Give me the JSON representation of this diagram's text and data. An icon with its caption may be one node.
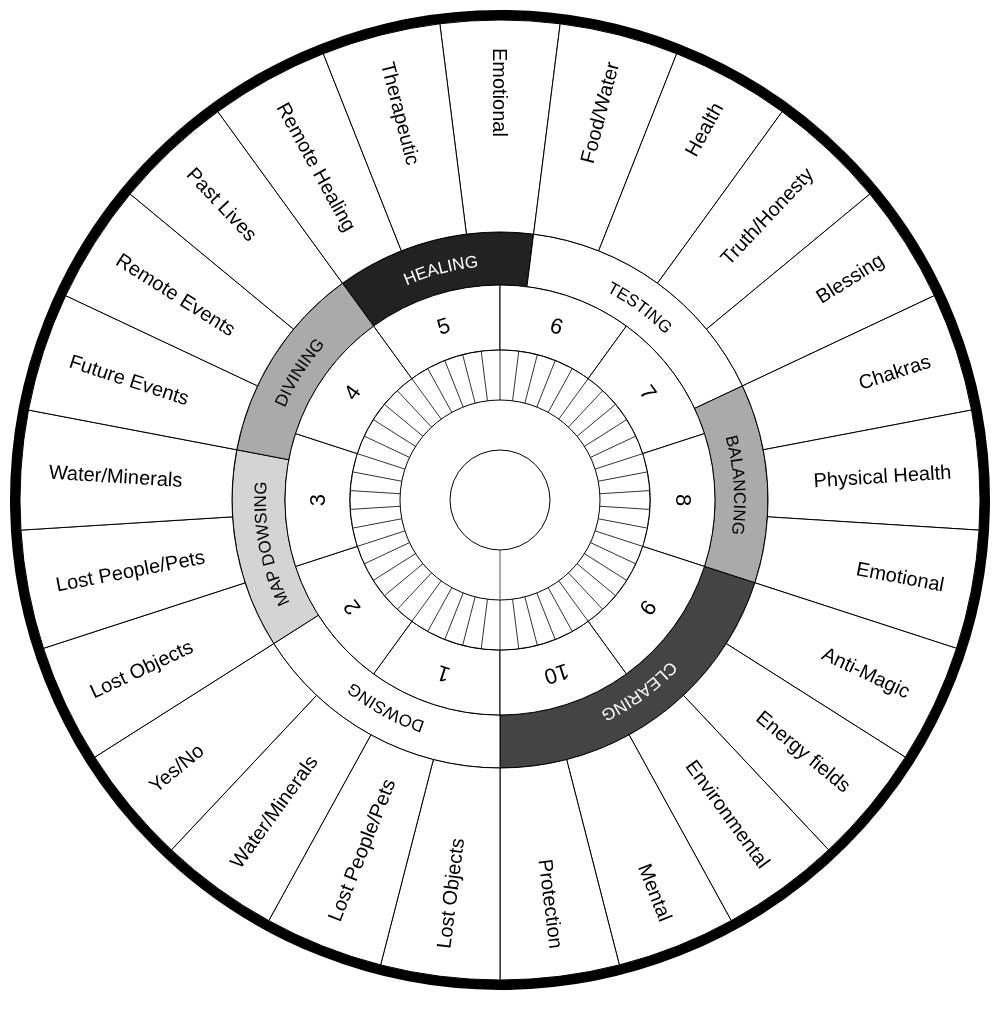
{
  "diagram": {
    "nodes": [
      {
        "text": [
          "HEALING"
        ]
      },
      {
        "text": [
          "TESTING"
        ]
      },
      {
        "text": [
          "BALANCING"
        ]
      },
      {
        "text": [
          "CLEARING"
        ]
      },
      {
        "text": [
          "DOWSING"
        ]
      },
      {
        "text": [
          "MAP DOWSING"
        ]
      },
      {
        "text": [
          "DIVINING"
        ]
      },
      {
        "text": [
          "1"
        ]
      },
      {
        "text": [
          "2"
        ]
      },
      {
        "text": [
          "3"
        ]
      },
      {
        "text": [
          "4"
        ]
      },
      {
        "text": [
          "5"
        ]
      },
      {
        "text": [
          "6"
        ]
      },
      {
        "text": [
          "7"
        ]
      },
      {
        "text": [
          "8"
        ]
      },
      {
        "text": [
          "9"
        ]
      },
      {
        "text": [
          "10"
        ]
      },
      {
        "text": [
          "Emotional"
        ]
      },
      {
        "text": [
          "Food/Water"
        ]
      },
      {
        "text": [
          "Health"
        ]
      },
      {
        "text": [
          "Truth/Honesty"
        ]
      },
      {
        "text": [
          "Blessing"
        ]
      },
      {
        "text": [
          "Chakras"
        ]
      },
      {
        "text": [
          "Physical Health"
        ]
      },
      {
        "text": [
          "Emotional"
        ]
      },
      {
        "text": [
          "Anti-Magic"
        ]
      },
      {
        "text": [
          "Energy fields"
        ]
      },
      {
        "text": [
          "Environmental"
        ]
      },
      {
        "text": [
          "Mental"
        ]
      },
      {
        "text": [
          "Protection"
        ]
      },
      {
        "text": [
          "Lost Objects"
        ]
      },
      {
        "text": [
          "Lost People/Pets"
        ]
      },
      {
        "text": [
          "Water/Minerals"
        ]
      },
      {
        "text": [
          "Yes/No"
        ]
      },
      {
        "text": [
          "Lost Objects"
        ]
      },
      {
        "text": [
          "Lost People/Pets"
        ]
      },
      {
        "text": [
          "Water/Minerals"
        ]
      },
      {
        "text": [
          "Future Events"
        ]
      },
      {
        "text": [
          "Remote Events"
        ]
      },
      {
        "text": [
          "Past Lives"
        ]
      },
      {
        "text": [
          "Remote Healing"
        ]
      },
      {
        "text": [
          "Therapeutic"
        ]
      }
    ],
    "edges": []
  }
}
